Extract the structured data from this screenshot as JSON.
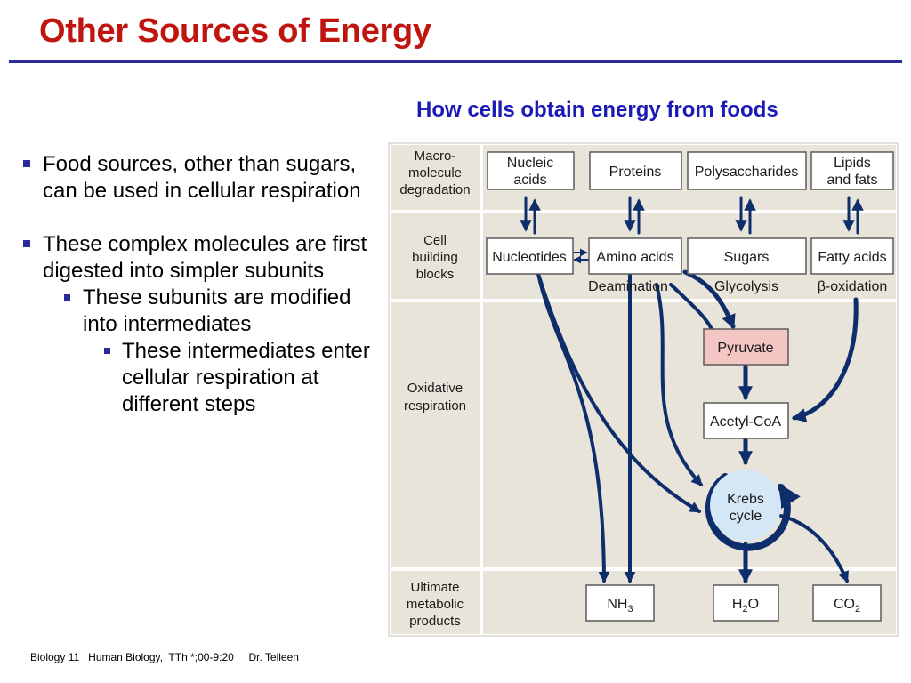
{
  "slide": {
    "title": "Other Sources of Energy",
    "figure_title": "How cells obtain energy from foods",
    "bullets": [
      {
        "text": "Food sources, other than sugars, can be used in cellular respiration"
      },
      {
        "text": "These complex molecules are first digested into simpler subunits",
        "sub": {
          "text": "These subunits are modified into intermediates",
          "sub": {
            "text": "These intermediates enter cellular respiration at different steps"
          }
        }
      }
    ],
    "footer": "Biology 11   Human Biology,  TTh *;00-9:20     Dr. Telleen"
  },
  "diagram": {
    "stage_macro": [
      "Macro-",
      "molecule",
      "degradation"
    ],
    "stage_building": [
      "Cell",
      "building",
      "blocks"
    ],
    "stage_oxidative": [
      "Oxidative",
      "respiration"
    ],
    "stage_products": [
      "Ultimate",
      "metabolic",
      "products"
    ],
    "nucleic_acids": [
      "Nucleic",
      "acids"
    ],
    "proteins": "Proteins",
    "polysaccharides": "Polysaccharides",
    "lipids": [
      "Lipids",
      "and fats"
    ],
    "nucleotides": "Nucleotides",
    "amino_acids": "Amino acids",
    "sugars": "Sugars",
    "fatty_acids": "Fatty acids",
    "deamination": "Deamination",
    "glycolysis": "Glycolysis",
    "beta_symbol": "β",
    "beta_oxidation": "-oxidation",
    "pyruvate": "Pyruvate",
    "acetyl_coa": "Acetyl-CoA",
    "krebs": [
      "Krebs",
      "cycle"
    ],
    "nh3_main": "NH",
    "nh3_sub": "3",
    "h2o_h": "H",
    "h2o_sub": "2",
    "h2o_o": "O",
    "co2_main": "CO",
    "co2_sub": "2"
  },
  "colors": {
    "title": "#c0140f",
    "figure_title": "#1a1ab5",
    "arrow": "#0d2d6b",
    "panel": "#e9e4da",
    "pyruvate_fill": "#f4c6c3",
    "krebs_fill": "#d4e7f7"
  }
}
